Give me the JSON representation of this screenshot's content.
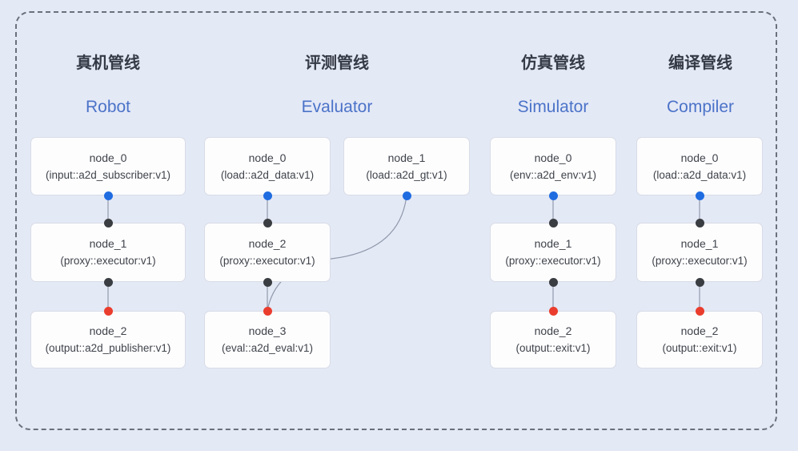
{
  "pipelines": [
    {
      "title_cn": "真机管线",
      "title_en": "Robot",
      "nodes": [
        {
          "name": "node_0",
          "detail": "(input::a2d_subscriber:v1)"
        },
        {
          "name": "node_1",
          "detail": "(proxy::executor:v1)"
        },
        {
          "name": "node_2",
          "detail": "(output::a2d_publisher:v1)"
        }
      ],
      "edges": [
        "node_0->node_1",
        "node_1->node_2"
      ]
    },
    {
      "title_cn": "评测管线",
      "title_en": "Evaluator",
      "nodes": [
        {
          "name": "node_0",
          "detail": "(load::a2d_data:v1)"
        },
        {
          "name": "node_1",
          "detail": "(load::a2d_gt:v1)"
        },
        {
          "name": "node_2",
          "detail": "(proxy::executor:v1)"
        },
        {
          "name": "node_3",
          "detail": "(eval::a2d_eval:v1)"
        }
      ],
      "edges": [
        "node_0->node_2",
        "node_1->node_3",
        "node_2->node_3"
      ]
    },
    {
      "title_cn": "仿真管线",
      "title_en": "Simulator",
      "nodes": [
        {
          "name": "node_0",
          "detail": "(env::a2d_env:v1)"
        },
        {
          "name": "node_1",
          "detail": "(proxy::executor:v1)"
        },
        {
          "name": "node_2",
          "detail": "(output::exit:v1)"
        }
      ],
      "edges": [
        "node_0->node_1",
        "node_1->node_2"
      ]
    },
    {
      "title_cn": "编译管线",
      "title_en": "Compiler",
      "nodes": [
        {
          "name": "node_0",
          "detail": "(load::a2d_data:v1)"
        },
        {
          "name": "node_1",
          "detail": "(proxy::executor:v1)"
        },
        {
          "name": "node_2",
          "detail": "(output::exit:v1)"
        }
      ],
      "edges": [
        "node_0->node_1",
        "node_1->node_2"
      ]
    }
  ],
  "colors": {
    "background": "#e4e9f6",
    "frame_dash": "#6b717b",
    "card_fill": "#fdfdfe",
    "card_border": "#d8dce6",
    "title_cn": "#353b46",
    "title_en_accent": "#4b73c8",
    "edge_line": "#9099ab",
    "port_blue": "#1f6ce1",
    "port_black": "#3a3d41",
    "port_red": "#ea3d2d"
  }
}
